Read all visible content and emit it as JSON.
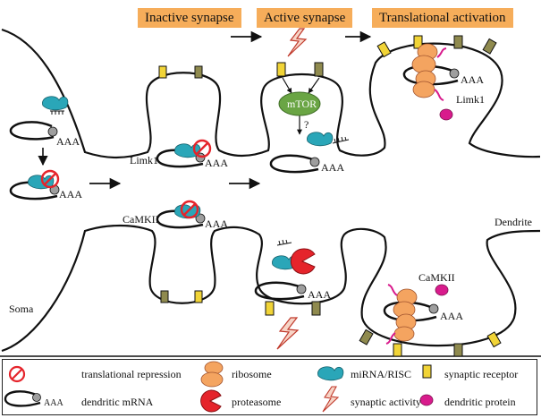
{
  "headers": {
    "inactive": "Inactive synapse",
    "active": "Active synapse",
    "activation": "Translational activation"
  },
  "labels": {
    "limk1_spine1": "Limk1",
    "camkii_shaft": "CaMKII",
    "limk1_spine3": "Limk1",
    "camkii_spine4": "CaMKII",
    "mtor": "mTOR",
    "question": "?",
    "soma": "Soma",
    "dendrite": "Dendrite",
    "polya": "AAA"
  },
  "legend": {
    "repression": "translational repression",
    "mrna": "dendritic mRNA",
    "mrna_tail": "AAA",
    "ribosome": "ribosome",
    "proteasome": "proteasome",
    "mirna": "miRNA/RISC",
    "activity": "synaptic activity",
    "receptor": "synaptic receptor",
    "protein": "dendritic protein"
  },
  "colors": {
    "header_bg": "#f6ad5a",
    "ribosome": "#f4a460",
    "mirna": "#2aa6b8",
    "proteasome": "#e5242b",
    "protein": "#d81b8c",
    "mtor": "#6aa544",
    "receptor_yellow": "#f1d437",
    "receptor_olive": "#8f8a4e",
    "repression": "#e5242b",
    "activity": "#c0392b"
  }
}
